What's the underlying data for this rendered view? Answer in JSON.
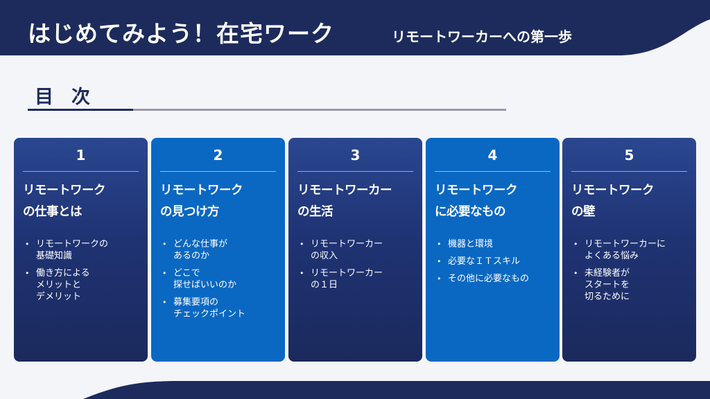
{
  "header": {
    "title": "はじめてみよう！在宅ワーク",
    "subtitle": "リモートワーカーへの第一歩"
  },
  "toc": {
    "heading": "目次"
  },
  "cards": [
    {
      "number": "1",
      "title": "リモートワーク\nの仕事とは",
      "items": [
        "リモートワークの\n基礎知識",
        "働き方による\nメリットと\nデメリット"
      ]
    },
    {
      "number": "2",
      "title": "リモートワーク\nの見つけ方",
      "items": [
        "どんな仕事が\nあるのか",
        "どこで\n探せばいいのか",
        "募集要項の\nチェックポイント"
      ]
    },
    {
      "number": "3",
      "title": "リモートワーカー\nの生活",
      "items": [
        "リモートワーカー\nの収入",
        "リモートワーカー\nの１日"
      ]
    },
    {
      "number": "4",
      "title": "リモートワーク\nに必要なもの",
      "items": [
        "機器と環境",
        "必要なＩＴスキル",
        "その他に必要なもの"
      ]
    },
    {
      "number": "5",
      "title": "リモートワーク\nの壁",
      "items": [
        "リモートワーカーに\nよくある悩み",
        "未経験者が\nスタートを\n切るために"
      ]
    }
  ],
  "colors": {
    "navy": "#1d2b5c",
    "card_dark": "#1f3374",
    "card_bright": "#0a68c2",
    "rule_light": "#9c97ad"
  }
}
